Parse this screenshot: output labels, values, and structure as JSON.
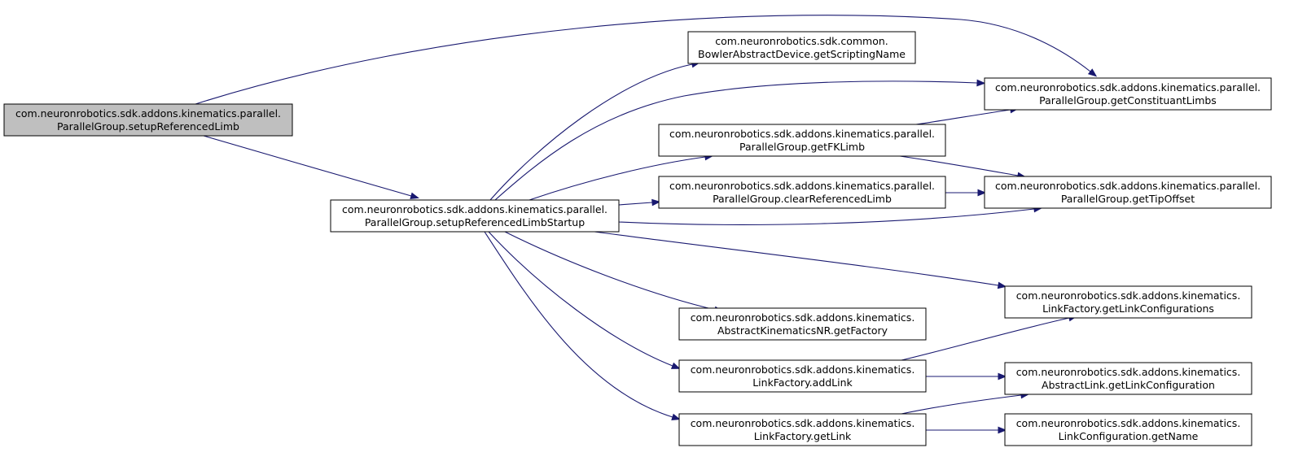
{
  "colors": {
    "edge": "#191970",
    "root_fill": "#bfbfbf",
    "node_fill": "#ffffff",
    "border": "#000000"
  },
  "nodes": [
    {
      "id": "setupReferencedLimb",
      "line1": "com.neuronrobotics.sdk.addons.kinematics.parallel.",
      "line2": "ParallelGroup.setupReferencedLimb",
      "root": true
    },
    {
      "id": "setupReferencedLimbStartup",
      "line1": "com.neuronrobotics.sdk.addons.kinematics.parallel.",
      "line2": "ParallelGroup.setupReferencedLimbStartup"
    },
    {
      "id": "getScriptingName",
      "line1": "com.neuronrobotics.sdk.common.",
      "line2": "BowlerAbstractDevice.getScriptingName"
    },
    {
      "id": "getFKLimb",
      "line1": "com.neuronrobotics.sdk.addons.kinematics.parallel.",
      "line2": "ParallelGroup.getFKLimb"
    },
    {
      "id": "clearReferencedLimb",
      "line1": "com.neuronrobotics.sdk.addons.kinematics.parallel.",
      "line2": "ParallelGroup.clearReferencedLimb"
    },
    {
      "id": "getFactory",
      "line1": "com.neuronrobotics.sdk.addons.kinematics.",
      "line2": "AbstractKinematicsNR.getFactory"
    },
    {
      "id": "addLink",
      "line1": "com.neuronrobotics.sdk.addons.kinematics.",
      "line2": "LinkFactory.addLink"
    },
    {
      "id": "getLink",
      "line1": "com.neuronrobotics.sdk.addons.kinematics.",
      "line2": "LinkFactory.getLink"
    },
    {
      "id": "getConstituantLimbs",
      "line1": "com.neuronrobotics.sdk.addons.kinematics.parallel.",
      "line2": "ParallelGroup.getConstituantLimbs"
    },
    {
      "id": "getTipOffset",
      "line1": "com.neuronrobotics.sdk.addons.kinematics.parallel.",
      "line2": "ParallelGroup.getTipOffset"
    },
    {
      "id": "getLinkConfigurations",
      "line1": "com.neuronrobotics.sdk.addons.kinematics.",
      "line2": "LinkFactory.getLinkConfigurations"
    },
    {
      "id": "getLinkConfiguration",
      "line1": "com.neuronrobotics.sdk.addons.kinematics.",
      "line2": "AbstractLink.getLinkConfiguration"
    },
    {
      "id": "getName",
      "line1": "com.neuronrobotics.sdk.addons.kinematics.",
      "line2": "LinkConfiguration.getName"
    }
  ],
  "edges": [
    {
      "from": "setupReferencedLimb",
      "to": "getConstituantLimbs"
    },
    {
      "from": "setupReferencedLimb",
      "to": "setupReferencedLimbStartup"
    },
    {
      "from": "setupReferencedLimbStartup",
      "to": "getScriptingName"
    },
    {
      "from": "setupReferencedLimbStartup",
      "to": "getConstituantLimbs"
    },
    {
      "from": "setupReferencedLimbStartup",
      "to": "getFKLimb"
    },
    {
      "from": "setupReferencedLimbStartup",
      "to": "clearReferencedLimb"
    },
    {
      "from": "setupReferencedLimbStartup",
      "to": "getTipOffset"
    },
    {
      "from": "setupReferencedLimbStartup",
      "to": "getLinkConfigurations"
    },
    {
      "from": "setupReferencedLimbStartup",
      "to": "getFactory"
    },
    {
      "from": "setupReferencedLimbStartup",
      "to": "addLink"
    },
    {
      "from": "setupReferencedLimbStartup",
      "to": "getLink"
    },
    {
      "from": "getFKLimb",
      "to": "getConstituantLimbs"
    },
    {
      "from": "getFKLimb",
      "to": "getTipOffset"
    },
    {
      "from": "clearReferencedLimb",
      "to": "getTipOffset"
    },
    {
      "from": "addLink",
      "to": "getLinkConfigurations"
    },
    {
      "from": "addLink",
      "to": "getLinkConfiguration"
    },
    {
      "from": "getLink",
      "to": "getLinkConfiguration"
    },
    {
      "from": "getLink",
      "to": "getName"
    }
  ]
}
